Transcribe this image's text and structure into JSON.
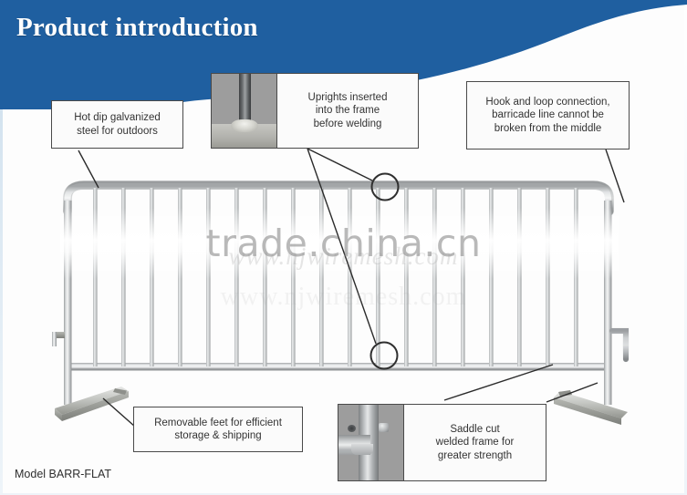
{
  "header": {
    "title": "Product introduction",
    "banner_color": "#1f5fa0"
  },
  "watermarks": {
    "primary": "trade.china.cn",
    "secondary": "www.njwiremesh.com",
    "tertiary": "www.njwiremesh.com"
  },
  "product": {
    "model_label": "Model BARR-FLAT",
    "type": "crowd-control-barrier"
  },
  "callouts": [
    {
      "id": "hot-dip-galvanized",
      "text": "Hot dip galvanized\nsteel for outdoors",
      "has_photo": false
    },
    {
      "id": "uprights-inserted",
      "text": "Uprights inserted\ninto the frame\nbefore welding",
      "has_photo": true,
      "photo_name": "weld-joint-photo"
    },
    {
      "id": "hook-and-loop",
      "text": "Hook and loop connection,\nbarricade line cannot be\nbroken from the middle",
      "has_photo": false
    },
    {
      "id": "removable-feet",
      "text": "Removable feet for efficient\nstorage & shipping",
      "has_photo": false
    },
    {
      "id": "saddle-cut",
      "text": "Saddle cut\nwelded frame for\ngreater strength",
      "has_photo": true,
      "photo_name": "saddle-cut-joint-photo"
    }
  ],
  "markers": [
    {
      "id": "marker-top-rail"
    },
    {
      "id": "marker-bottom-rail"
    }
  ]
}
